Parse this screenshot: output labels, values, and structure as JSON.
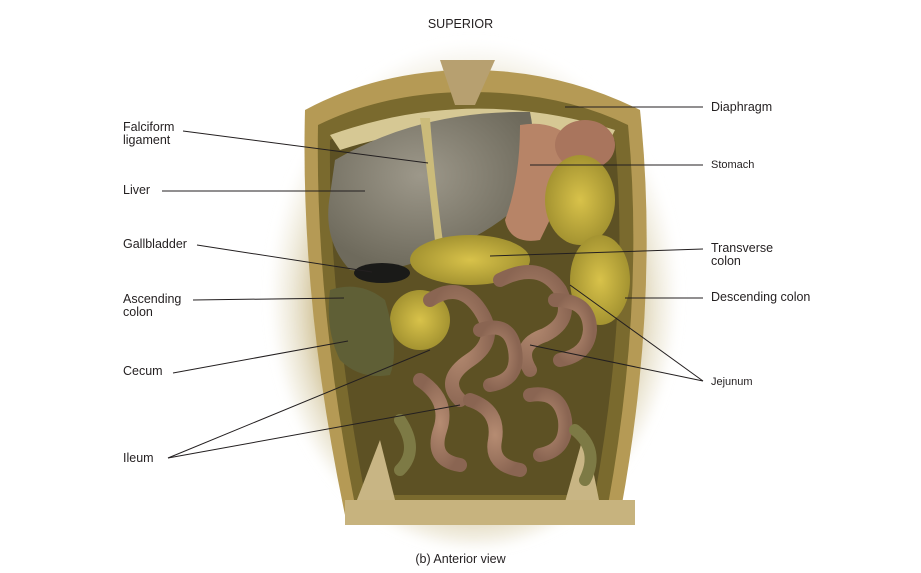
{
  "figure": {
    "orientation_label": "SUPERIOR",
    "caption": "(b) Anterior view",
    "photo_subject": "cadaver-abdominal-cavity-anterior-dissection"
  },
  "labels": {
    "falciform": "Falciform\nligament",
    "liver": "Liver",
    "gallbladder": "Gallbladder",
    "ascending": "Ascending\ncolon",
    "cecum": "Cecum",
    "ileum": "Ileum",
    "diaphragm": "Diaphragm",
    "stomach": "Stomach",
    "transverse": "Transverse\ncolon",
    "descending": "Descending colon",
    "jejunum": "Jejunum"
  },
  "colors": {
    "label_text": "#231f20",
    "leader_line": "#231f20",
    "liver": "#8f8a78",
    "fat": "#c8b23c",
    "intestine": "#a9826b",
    "tissue": "#c9b98a"
  }
}
